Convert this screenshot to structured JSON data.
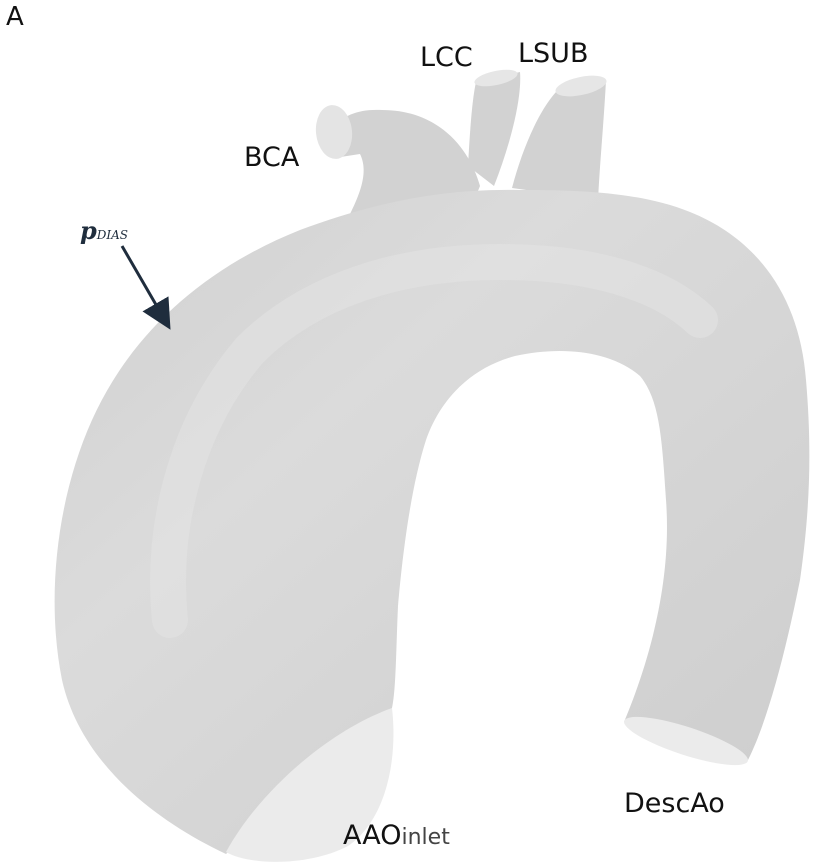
{
  "figure": {
    "panel_letter": "A"
  },
  "labels": {
    "lcc": "LCC",
    "lsub": "LSUB",
    "bca": "BCA",
    "desc_ao": "DescAo",
    "aao_main": "AAO",
    "aao_sub": "inlet",
    "pressure_symbol": "p",
    "pressure_subscript": "DIAS"
  },
  "colors": {
    "vessel": "#d4d4d4",
    "vessel_highlight": "#e0e0e0",
    "vessel_edge": "#c6c6c6",
    "opening": "#ececec",
    "arrow": "#1f2d3d"
  }
}
